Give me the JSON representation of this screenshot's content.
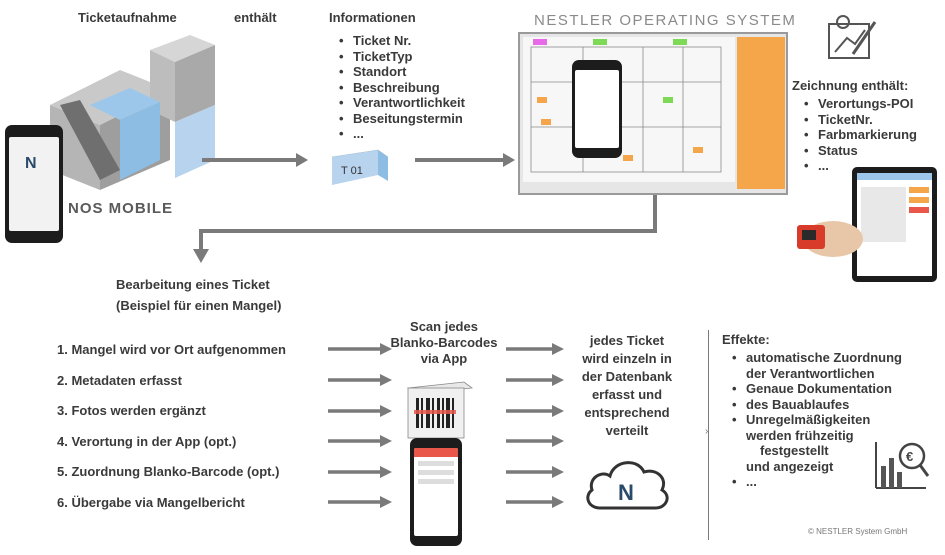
{
  "top": {
    "ticketaufnahme": "Ticketaufnahme",
    "enthaelt": "enthält",
    "nos_mobile": "NOS MOBILE",
    "informationen_title": "Informationen",
    "informationen_items": [
      "Ticket Nr.",
      "TicketTyp",
      "Standort",
      "Beschreibung",
      "Verantwortlichkeit",
      "Beseitungstermin",
      "..."
    ],
    "ticket_label": "T 01",
    "nos_title": "NESTLER OPERATING SYSTEM",
    "zeichnung_title": "Zeichnung enthält:",
    "zeichnung_items": [
      "Verortungs-POI",
      "TicketNr.",
      "Farbmarkierung",
      "Status",
      "..."
    ]
  },
  "middle": {
    "bearbeitung_line1": "Bearbeitung eines Ticket",
    "bearbeitung_line2": "(Beispiel für einen Mangel)"
  },
  "steps": [
    "1.  Mangel wird vor Ort aufgenommen",
    "2.  Metadaten erfasst",
    "3.  Fotos werden ergänzt",
    "4.  Verortung in der App (opt.)",
    "5.  Zuordnung Blanko-Barcode (opt.)",
    "6.  Übergabe via Mangelbericht"
  ],
  "scan": {
    "line1": "Scan jedes",
    "line2": "Blanko-Barcodes",
    "line3": "via App"
  },
  "database": {
    "lines": [
      "jedes Ticket",
      "wird einzeln in",
      "der Datenbank",
      "erfasst und",
      "entsprechend",
      "verteilt"
    ]
  },
  "effekte": {
    "title": "Effekte:",
    "items": [
      [
        "automatische Zuordnung",
        "der Verantwortlichen"
      ],
      [
        "Genaue Dokumentation"
      ],
      [
        "des Bauablaufes"
      ],
      [
        "Unregelmäßigkeiten",
        "werden frühzeitig",
        "festgestellt",
        "und angezeigt"
      ],
      [
        "..."
      ]
    ]
  },
  "copyright": "© NESTLER System GmbH",
  "colors": {
    "text": "#3a3a3a",
    "arrow": "#7a7a7a",
    "accent_blue": "#9cc7ea",
    "accent_orange": "#f5a64a",
    "accent_green": "#7ed957"
  }
}
